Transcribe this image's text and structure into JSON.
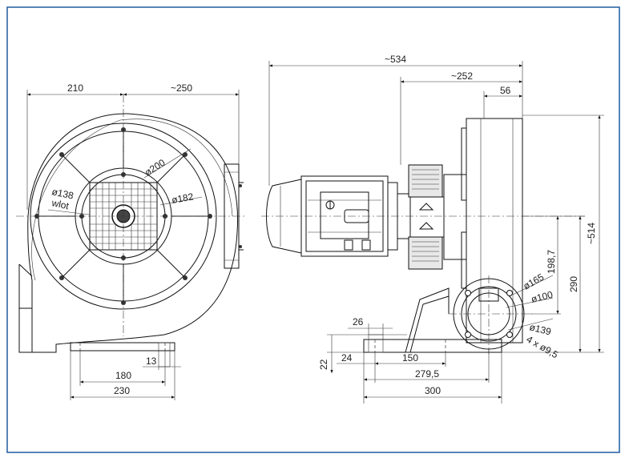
{
  "drawing": {
    "border_color": "#1e5aa0",
    "front_view": {
      "dim_width_left": "210",
      "dim_width_right": "~250",
      "dim_inlet_dia": "ø200",
      "dim_hub_dia": "ø182",
      "dim_outlet_dia": "ø138",
      "label_inlet": "wlot",
      "dim_foot_hole": "13",
      "dim_foot_inner": "180",
      "dim_foot_outer": "230"
    },
    "side_view": {
      "dim_total_length": "~534",
      "dim_fan_length": "~252",
      "dim_fan_depth": "56",
      "dim_total_height": "~514",
      "dim_axis_height": "290",
      "dim_outlet_height": "198,7",
      "dim_flange_outer": "ø165",
      "dim_flange_inner": "ø100",
      "dim_bolt_circle": "ø139",
      "dim_bolt_holes": "4 x ø9,5",
      "dim_slot_width": "26",
      "dim_foot_thickness": "22",
      "dim_foot_offset": "24",
      "dim_foot_hole_dist": "150",
      "dim_foot_span": "279,5",
      "dim_base_length": "300"
    }
  }
}
